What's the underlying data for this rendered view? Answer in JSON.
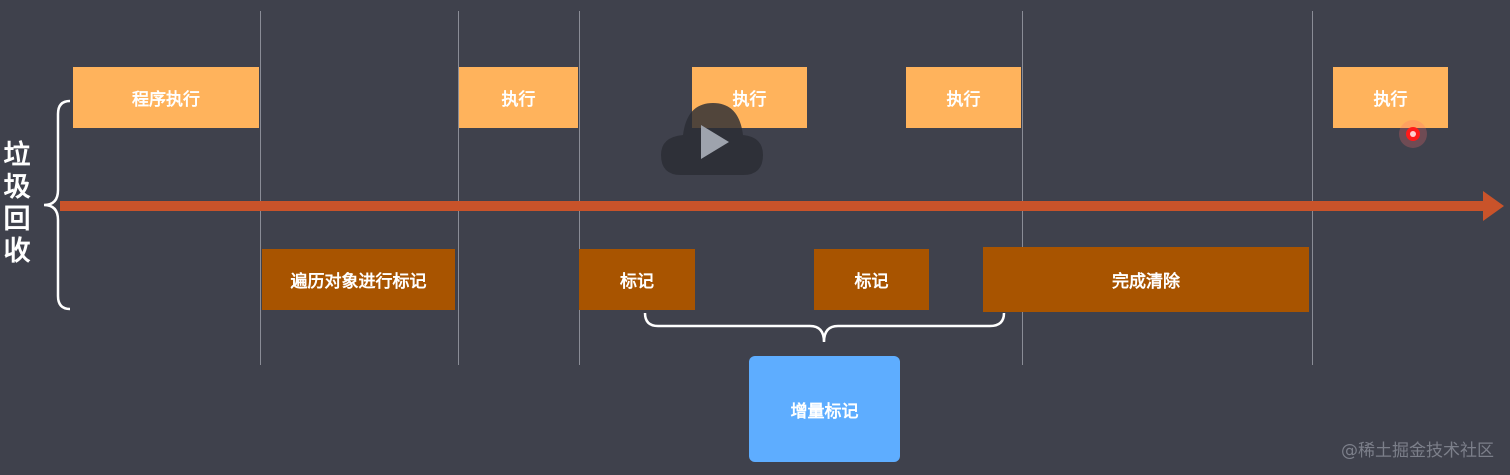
{
  "diagram": {
    "axis_label": "垃圾回收",
    "execution_blocks": [
      {
        "label": "程序执行"
      },
      {
        "label": "执行"
      },
      {
        "label": "执行"
      },
      {
        "label": "执行"
      },
      {
        "label": "执行"
      }
    ],
    "gc_blocks": [
      {
        "label": "遍历对象进行标记"
      },
      {
        "label": "标记"
      },
      {
        "label": "标记"
      },
      {
        "label": "完成清除"
      }
    ],
    "incremental_label": "增量标记"
  },
  "colors": {
    "background": "#3f414c",
    "execution": "#ffb35c",
    "gc": "#a85400",
    "timeline_arrow": "#c9532a",
    "incremental": "#5eadff"
  },
  "overlay": {
    "play_button": "play-icon",
    "cursor": "cursor-dot-icon"
  },
  "watermark": "@稀土掘金技术社区"
}
